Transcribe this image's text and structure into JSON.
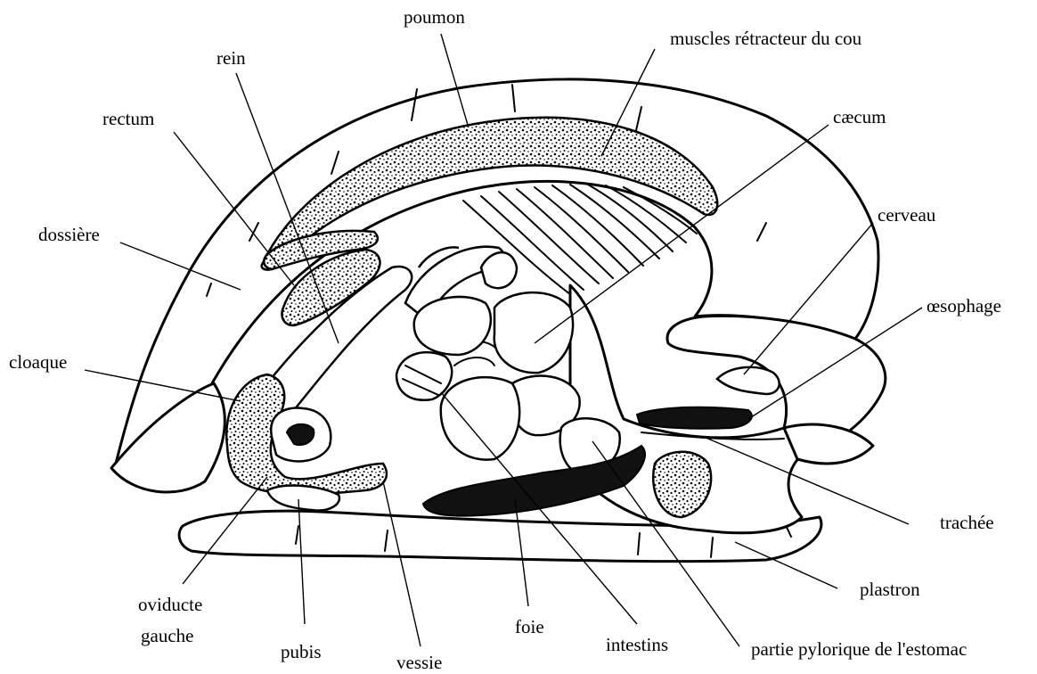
{
  "labels": {
    "poumon": "poumon",
    "muscles": "muscles rétracteur du cou",
    "rein": "rein",
    "rectum": "rectum",
    "caecum": "cæcum",
    "dossiere": "dossière",
    "cerveau": "cerveau",
    "oesophage": "œsophage",
    "cloaque": "cloaque",
    "trachee": "trachée",
    "plastron": "plastron",
    "oviducte1": "oviducte",
    "oviducte2": "gauche",
    "pubis": "pubis",
    "vessie": "vessie",
    "foie": "foie",
    "intestins": "intestins",
    "pylorique": "partie pylorique de l'estomac"
  }
}
